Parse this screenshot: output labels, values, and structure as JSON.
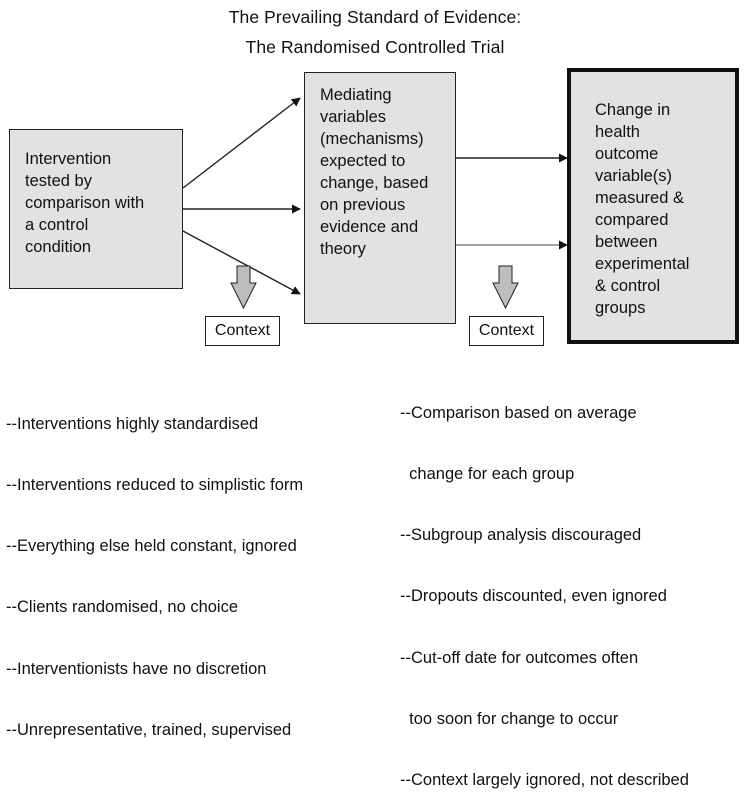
{
  "title": {
    "line1": "The Prevailing Standard of Evidence:",
    "line2": "The Randomised Controlled Trial"
  },
  "boxes": {
    "intervention": "Intervention\ntested by\ncomparison with\na control\ncondition",
    "mediating": "Mediating\nvariables\n(mechanisms)\nexpected to\nchange, based\non previous\nevidence and\ntheory",
    "outcome": "Change in\nhealth\noutcome\nvariable(s)\nmeasured &\ncompared\nbetween\nexperimental\n& control\ngroups"
  },
  "context_labels": [
    "Context",
    "Context"
  ],
  "left_notes": [
    "--Interventions highly standardised",
    "--Interventions reduced to simplistic form",
    "--Everything else held constant, ignored",
    "--Clients randomised, no choice",
    "--Interventionists have no discretion",
    "--Unrepresentative, trained, supervised"
  ],
  "right_notes": [
    "--Comparison based on average",
    "  change for each group",
    "--Subgroup analysis discouraged",
    "--Dropouts discounted, even ignored",
    "--Cut-off date for outcomes often",
    "  too soon for change to occur",
    "--Context largely ignored, not described"
  ],
  "colors": {
    "box_fill": "#e2e2e2",
    "context_arrow_fill": "#bdbdbd",
    "stroke": "#222222"
  }
}
